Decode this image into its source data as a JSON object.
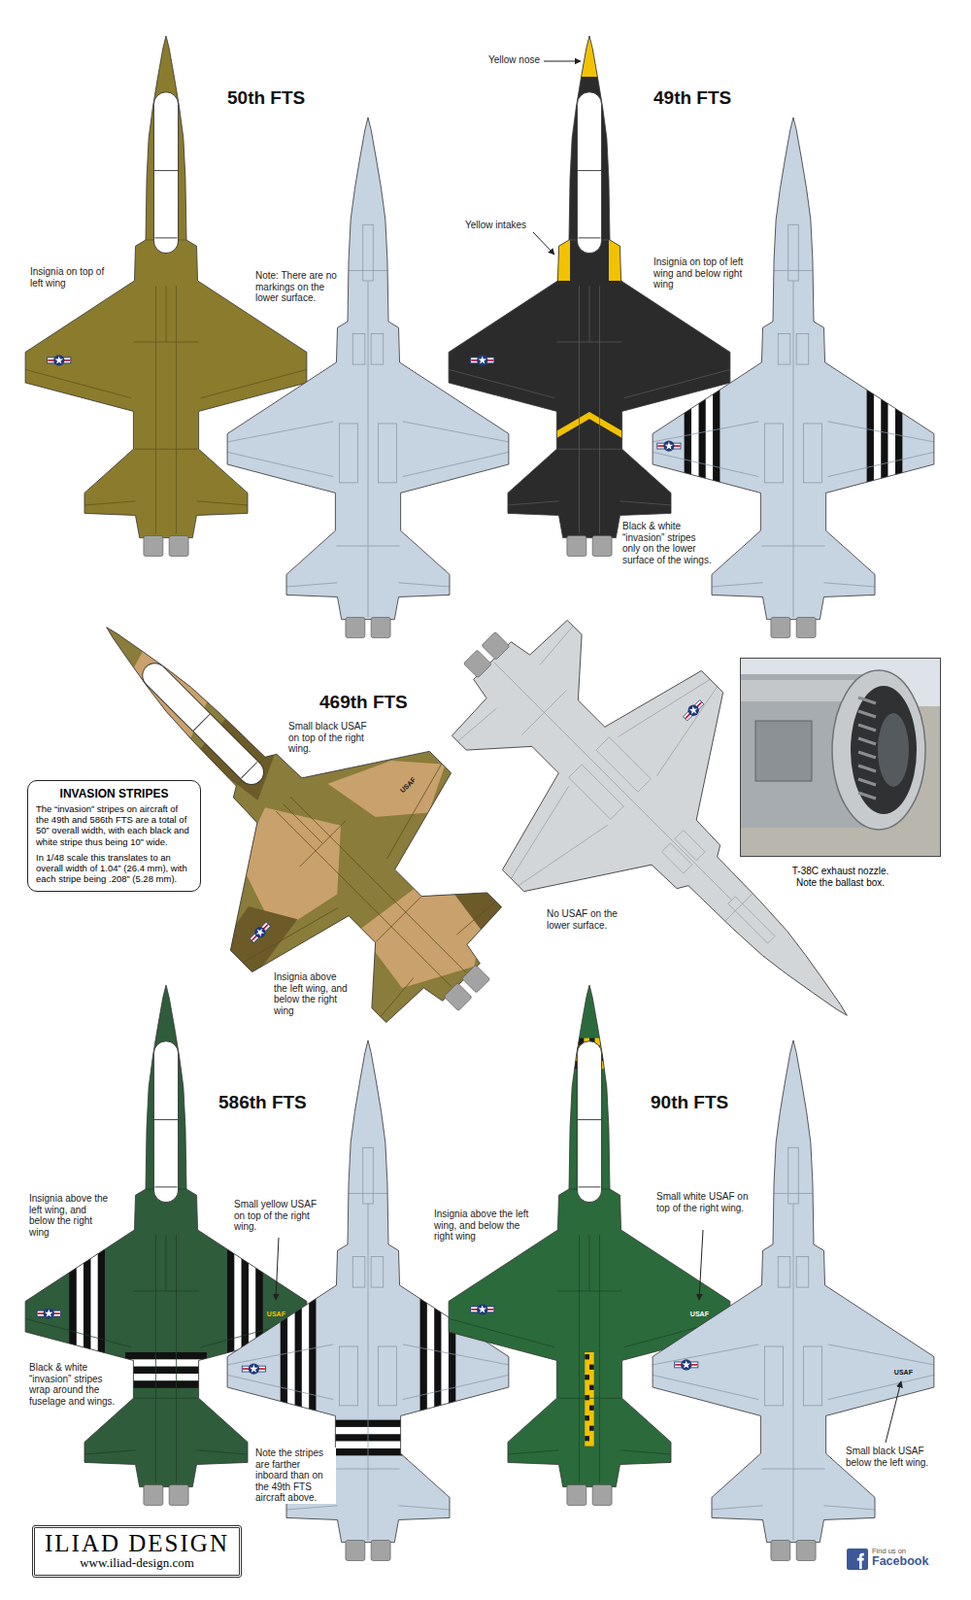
{
  "diagram": {
    "nodes": [
      {
        "text": [
          "INVASION STRIPES",
          "The “invasion” stripes on aircraft of the 49th and 586th FTS are a total of 50” overall width, with each black and white stripe thus being 10” wide.",
          "In 1/48 scale this translates to an overall width of 1.04” (26.4 mm), with each stripe being .208” (5.28 mm)."
        ]
      },
      {
        "text": [
          "T-38C exhaust nozzle. Note the ballast box."
        ]
      },
      {
        "text": [
          "ILIAD DESIGN",
          "www.iliad-design.com"
        ]
      },
      {
        "text": [
          "Find us on",
          "Facebook"
        ]
      }
    ],
    "labels": [
      "50th FTS",
      "Insignia on top of left wing",
      "Note: There are no markings on the lower surface.",
      "Yellow nose",
      "49th FTS",
      "Yellow intakes",
      "Insignia on top of left wing and below right wing",
      "Black & white “invasion” stripes only on the lower surface of the wings.",
      "469th FTS",
      "Small black USAF on top of the right wing.",
      "USAF",
      "No USAF on the lower surface.",
      "Insignia above the left wing, and below the right wing",
      "586th FTS",
      "Insignia above the left wing, and below the right wing",
      "Small yellow USAF on top of the right wing.",
      "USAF",
      "Black & white “invasion” stripes wrap around the fuselage and wings.",
      "Note the stripes are farther inboard than on the 49th FTS aircraft above.",
      "90th FTS",
      "Insignia above the left wing, and below the right wing",
      "Small white USAF on top of the right wing.",
      "USAF",
      "Small black USAF below the left wing.",
      "USAF"
    ]
  }
}
